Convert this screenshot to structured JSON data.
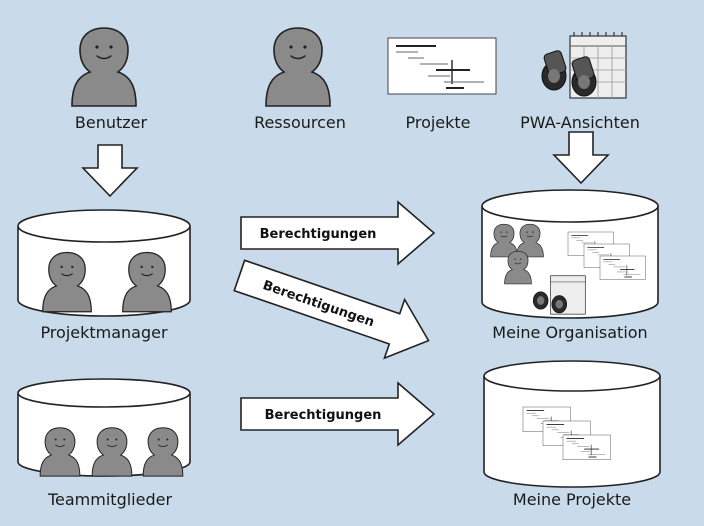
{
  "top_labels": {
    "benutzer": "Benutzer",
    "ressourcen": "Ressourcen",
    "projekte": "Projekte",
    "pwa_ansichten": "PWA-Ansichten"
  },
  "groups": {
    "projektmanager": "Projektmanager",
    "teammitglieder": "Teammitglieder"
  },
  "targets": {
    "meine_organisation": "Meine Organisation",
    "meine_projekte": "Meine Projekte"
  },
  "arrows": {
    "pm_to_org": "Berechtigungen",
    "pm_to_projekte": "Berechtigungen",
    "team_to_projekte": "Berechtigungen"
  },
  "icons": [
    "person-icon",
    "gantt-chart-icon",
    "binoculars-calendar-icon"
  ],
  "colors": {
    "background": "#c9daea",
    "person": "#8a8a8a",
    "outline": "#222222"
  }
}
